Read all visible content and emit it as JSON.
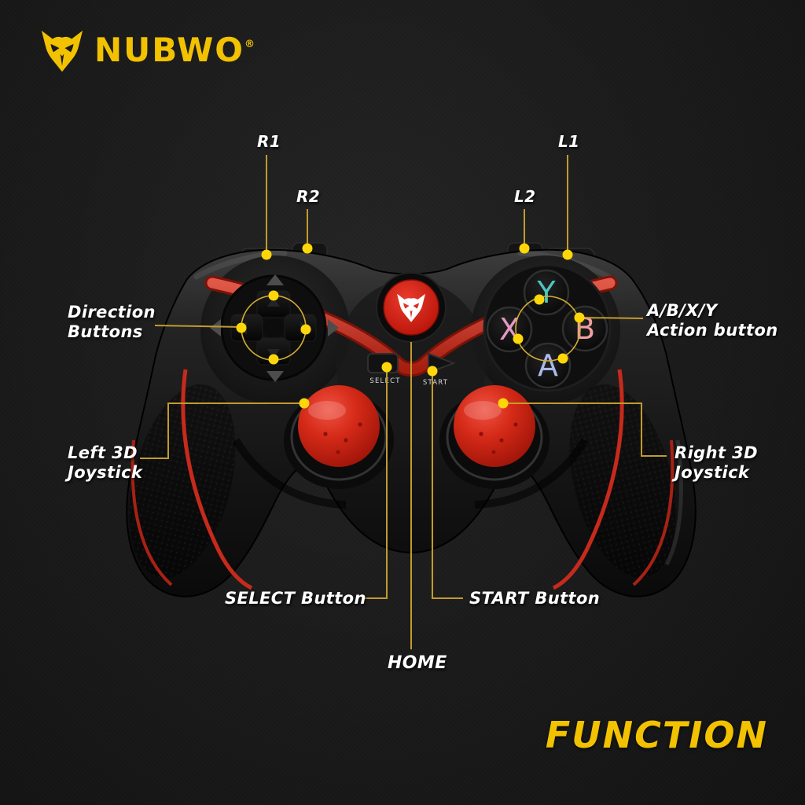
{
  "brand": {
    "name": "NUBWO",
    "registered": "®",
    "logo_icon": "wolf-head-icon"
  },
  "footer": {
    "title": "FUNCTION"
  },
  "colors": {
    "background": "#1b1b1b",
    "accent_yellow": "#f2c200",
    "callout_line": "#c19b2e",
    "callout_dot": "#ffd60a",
    "label_text": "#ffffff",
    "controller_red": "#c92418",
    "home_button_red": "#cf1d10"
  },
  "callouts": {
    "r1": "R1",
    "r2": "R2",
    "l1": "L1",
    "l2": "L2",
    "direction": {
      "line1": "Direction",
      "line2": "Buttons"
    },
    "abxy": {
      "line1": "A/B/X/Y",
      "line2": "Action button"
    },
    "left_joystick": {
      "line1": "Left 3D",
      "line2": "Joystick"
    },
    "right_joystick": {
      "line1": "Right 3D",
      "line2": "Joystick"
    },
    "select": "SELECT Button",
    "start": "START Button",
    "home": "HOME"
  },
  "controller": {
    "home_icon": "wolf-head-icon",
    "select_label": "SELECT",
    "start_label": "START",
    "face_buttons": [
      {
        "label": "Y",
        "color": "#4fc7bd"
      },
      {
        "label": "X",
        "color": "#e39ac4"
      },
      {
        "label": "B",
        "color": "#f2a0a0"
      },
      {
        "label": "A",
        "color": "#a9b9ea"
      }
    ]
  }
}
